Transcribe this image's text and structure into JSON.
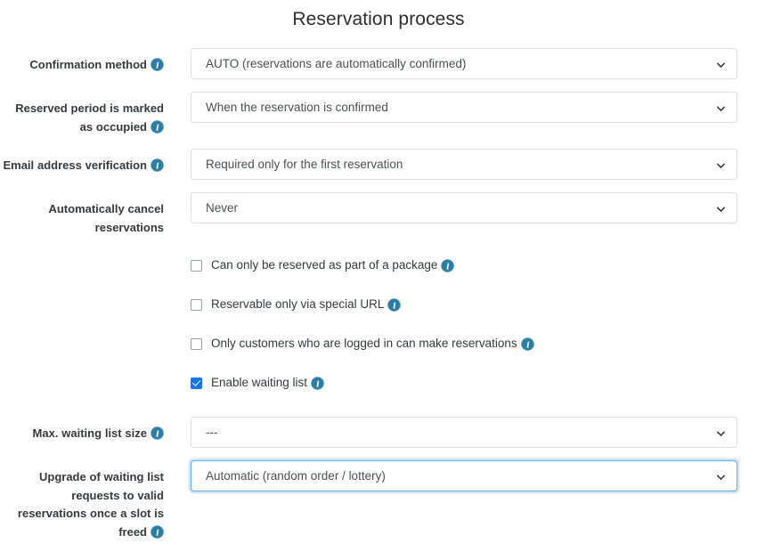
{
  "page": {
    "title": "Reservation process",
    "accent_color": "#2b7da3",
    "checkbox_checked_color": "#1a73e8",
    "focus_border_color": "#62abe4",
    "select_border_color": "#dee0e3",
    "background_color": "#ffffff",
    "text_color": "#343a40"
  },
  "fields": [
    {
      "id": "confirmation-method",
      "label": "Confirmation method",
      "has_info": true,
      "value": "AUTO (reservations are automatically confirmed)",
      "focused": false,
      "icon": "chevron-down-icon"
    },
    {
      "id": "reserved-period-marked-as-occupied",
      "label": "Reserved period is marked as occupied",
      "has_info": true,
      "value": "When the reservation is confirmed",
      "focused": false,
      "icon": "chevron-down-icon"
    },
    {
      "id": "email-address-verification",
      "label": "Email address verification",
      "has_info": true,
      "value": "Required only for the first reservation",
      "focused": false,
      "icon": "chevron-down-icon"
    },
    {
      "id": "automatically-cancel-reservations",
      "label": "Automatically cancel reservations",
      "has_info": false,
      "value": "Never",
      "focused": false,
      "icon": "chevron-down-icon"
    },
    {
      "id": "max-waiting-list-size",
      "label": "Max. waiting list size",
      "has_info": true,
      "value": "---",
      "focused": false,
      "icon": "chevron-down-icon"
    },
    {
      "id": "upgrade-of-waiting-list-requests",
      "label": "Upgrade of waiting list requests to valid reservations once a slot is freed",
      "has_info": true,
      "value": "Automatic (random order / lottery)",
      "focused": true,
      "icon": "chevron-down-icon"
    }
  ],
  "checkboxes": [
    {
      "id": "can-only-be-reserved-as-part-of-a-package",
      "label": "Can only be reserved as part of a package",
      "checked": false,
      "has_info": true
    },
    {
      "id": "reservable-only-via-special-url",
      "label": "Reservable only via special URL",
      "checked": false,
      "has_info": true
    },
    {
      "id": "only-customers-who-are-logged-in-can-make-reservations",
      "label": "Only customers who are logged in can make reservations",
      "checked": false,
      "has_info": true
    },
    {
      "id": "enable-waiting-list",
      "label": "Enable waiting list",
      "checked": true,
      "has_info": true
    }
  ],
  "icons": {
    "info": "info-circle-icon",
    "chevron": "chevron-down-icon",
    "checkmark": "check-icon"
  }
}
